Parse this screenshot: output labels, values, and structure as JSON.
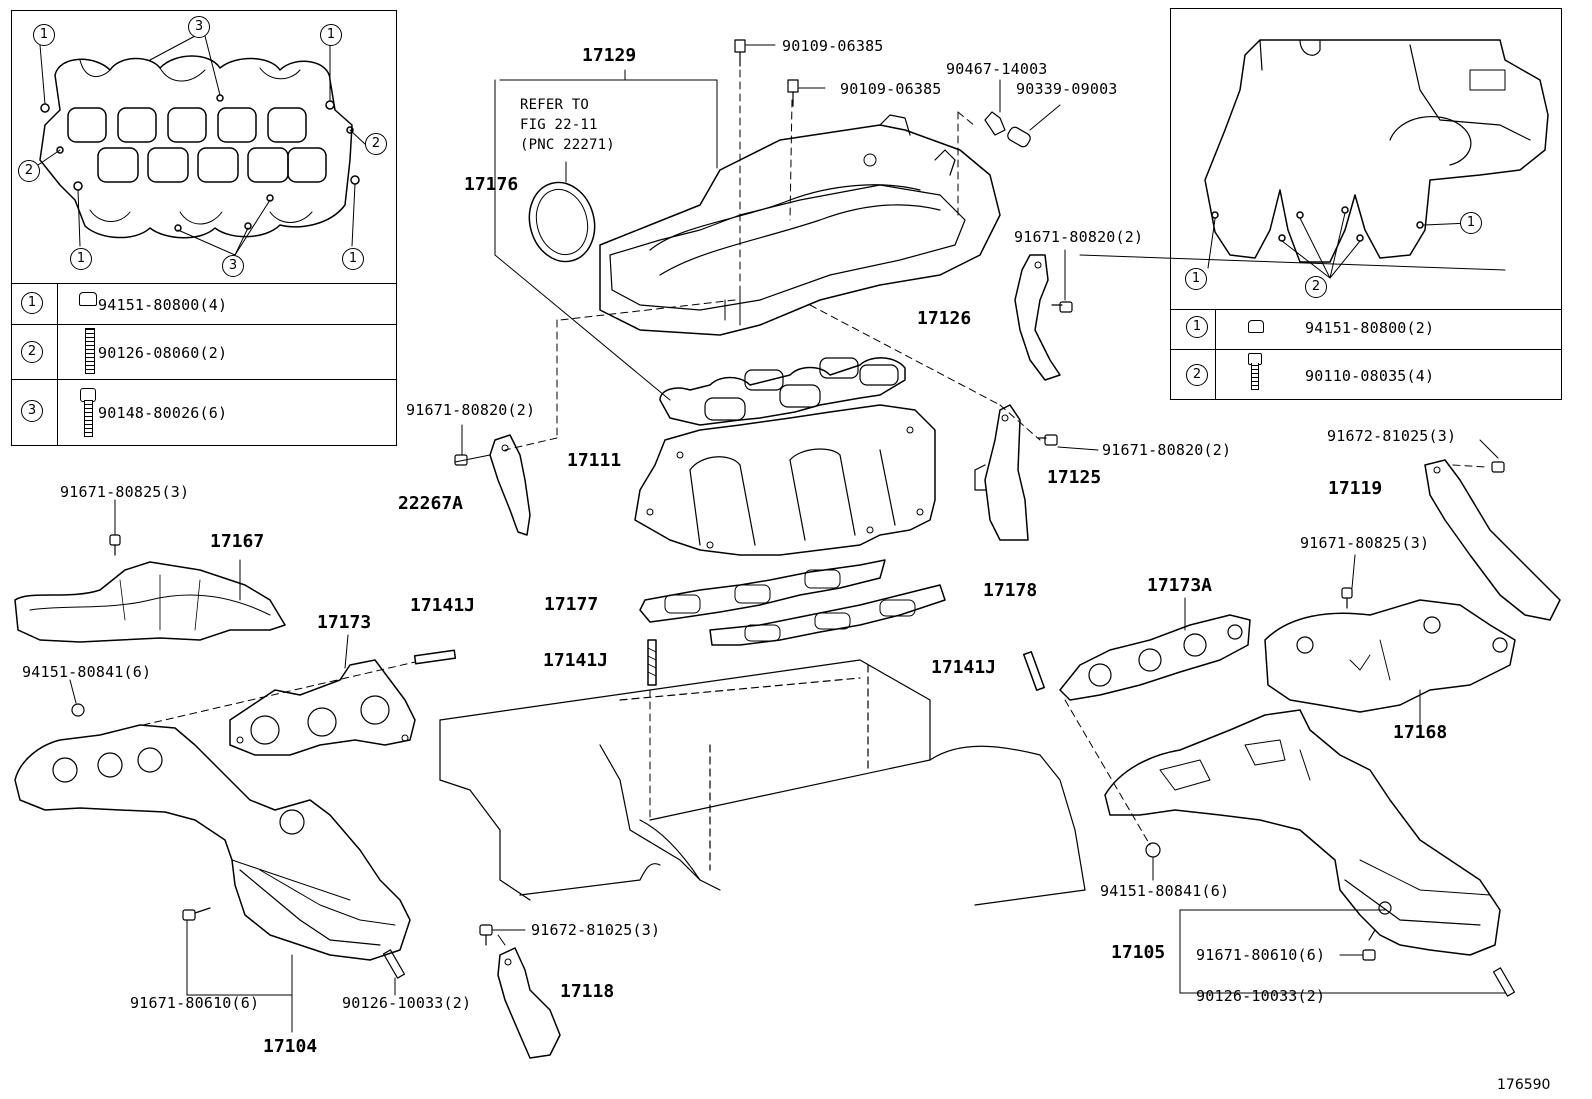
{
  "figure_number": "176590",
  "callouts": {
    "p17129": "17129",
    "refer_note": "REFER TO\nFIG 22-11\n(PNC 22271)",
    "p17176": "17176",
    "p17111": "17111",
    "p17177": "17177",
    "p17178": "17178",
    "p17141j_center": "17141J",
    "p17141j_left": "17141J",
    "p17141j_right": "17141J",
    "p17173": "17173",
    "p17173a": "17173A",
    "p17167": "17167",
    "p17168": "17168",
    "p17104": "17104",
    "p17105": "17105",
    "p17118": "17118",
    "p17119": "17119",
    "p17125": "17125",
    "p17126": "17126",
    "p22267a": "22267A",
    "b90109_a": "90109-06385",
    "b90109_b": "90109-06385",
    "b90467": "90467-14003",
    "b90339": "90339-09003",
    "b91671_80820_a": "91671-80820(2)",
    "b91671_80820_b": "91671-80820(2)",
    "b91671_80820_c": "91671-80820(2)",
    "b91671_80825_a": "91671-80825(3)",
    "b91671_80825_b": "91671-80825(3)",
    "b91672_81025_a": "91672-81025(3)",
    "b91672_81025_b": "91672-81025(3)",
    "b94151_80841_a": "94151-80841(6)",
    "b94151_80841_b": "94151-80841(6)",
    "b91671_80610_a": "91671-80610(6)",
    "b91671_80610_b": "91671-80610(6)",
    "b90126_10033_a": "90126-10033(2)",
    "b90126_10033_b": "90126-10033(2)"
  },
  "legend_left": {
    "rows": [
      {
        "index": "1",
        "icon": "flange-nut-icon",
        "part": "94151-80800(4)"
      },
      {
        "index": "2",
        "icon": "stud-bolt-icon",
        "part": "90126-08060(2)"
      },
      {
        "index": "3",
        "icon": "flange-bolt-icon",
        "part": "90148-80026(6)"
      }
    ],
    "markers": [
      "1",
      "1",
      "1",
      "1",
      "2",
      "2",
      "3",
      "3"
    ]
  },
  "legend_right": {
    "rows": [
      {
        "index": "1",
        "icon": "flange-nut-icon",
        "part": "94151-80800(2)"
      },
      {
        "index": "2",
        "icon": "flange-bolt-icon",
        "part": "90110-08035(4)"
      }
    ],
    "markers": [
      "1",
      "1",
      "2"
    ]
  }
}
